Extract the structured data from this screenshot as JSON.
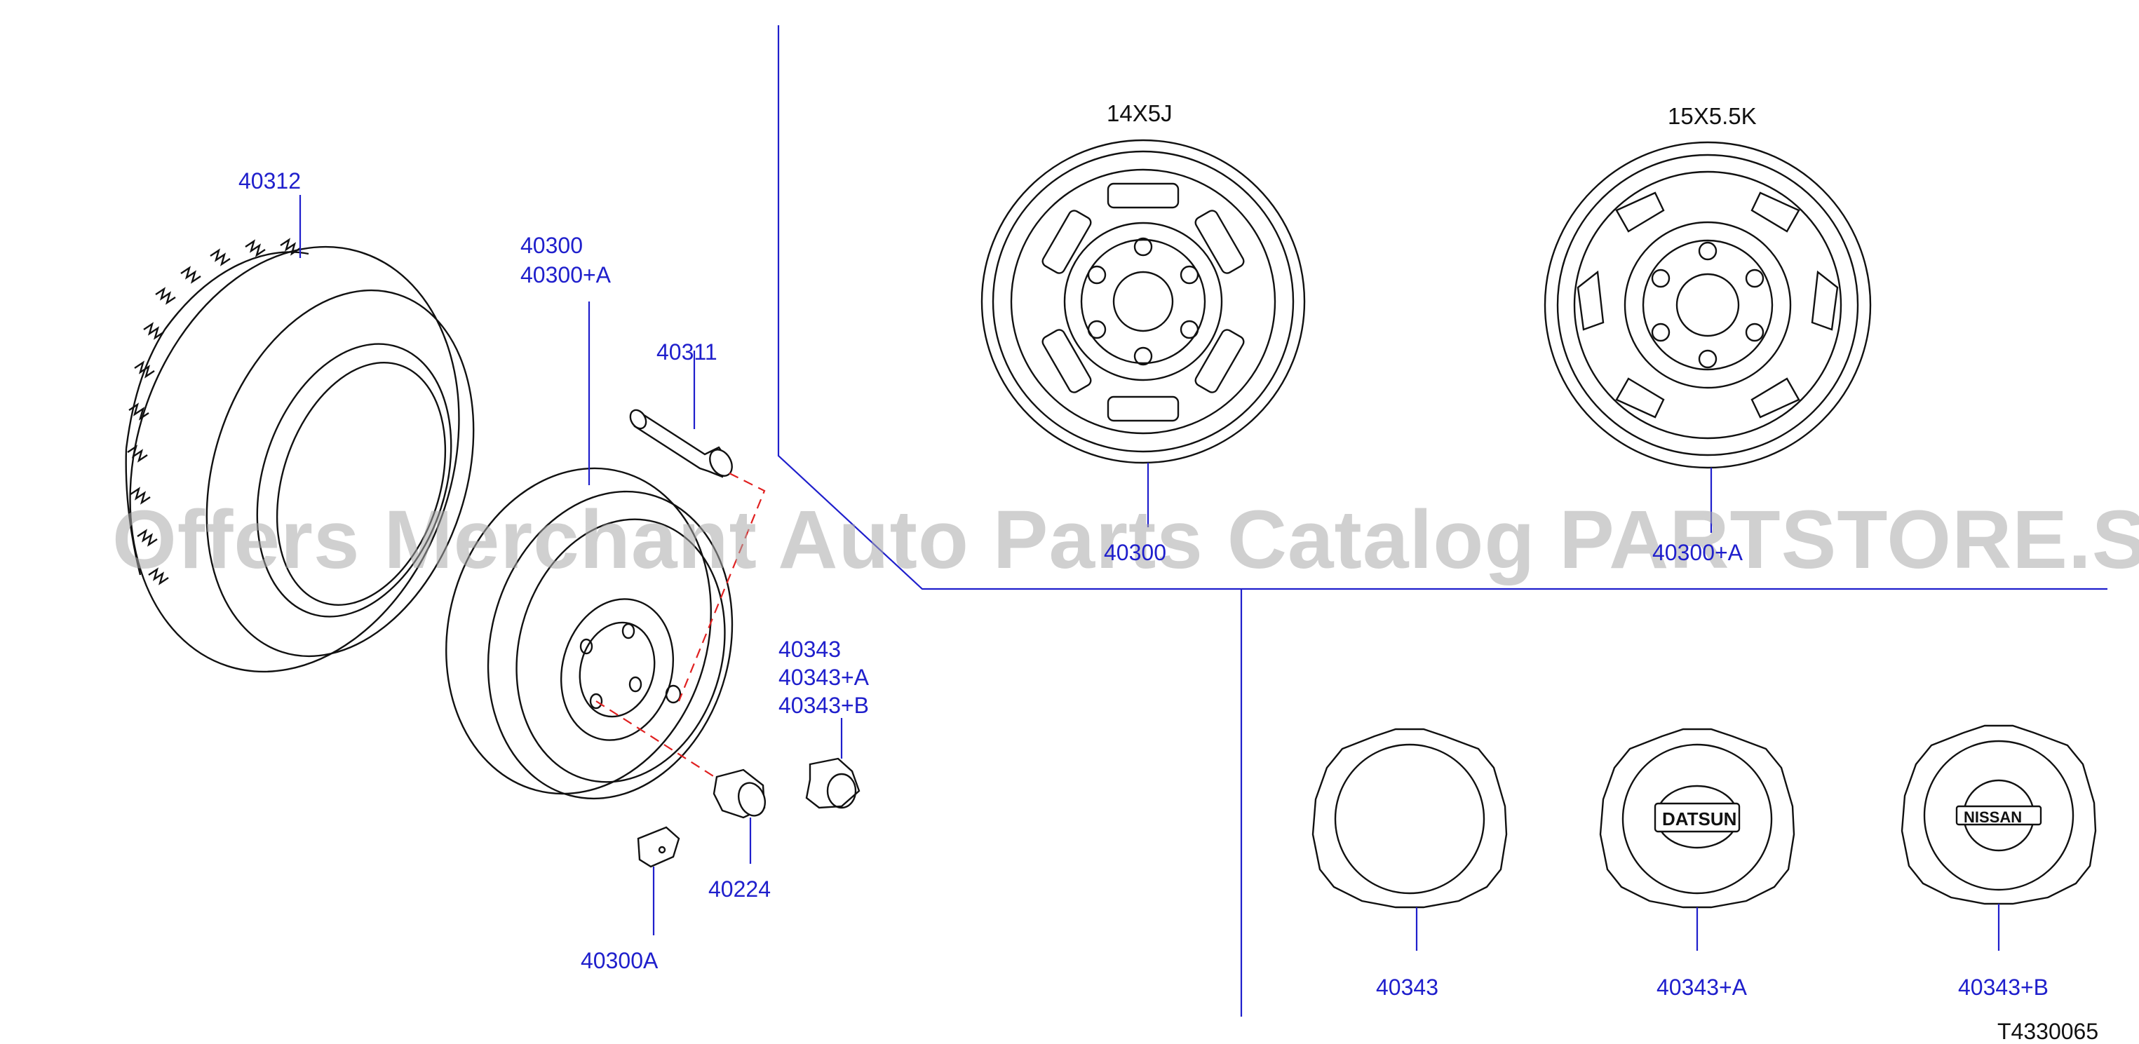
{
  "diagram": {
    "colors": {
      "callout": "#1f1fcc",
      "divider": "#1f1fcc",
      "linework": "#111111",
      "guide": "#e02020",
      "watermark": "#aaaaaa"
    },
    "watermark": "Offers Merchant Auto Parts Catalog PARTSTORE.SA",
    "diagram_code": "T4330065",
    "wheel_sizes": {
      "small": "14X5J",
      "large": "15X5.5K"
    },
    "callouts": {
      "tire": "40312",
      "road_wheel": "40300",
      "road_wheel_a": "40300+A",
      "valve": "40311",
      "cap_group": "40343",
      "cap_group_a": "40343+A",
      "cap_group_b": "40343+B",
      "nut": "40224",
      "balance_weight": "40300A",
      "wheel_14": "40300",
      "wheel_15": "40300+A",
      "cap_plain": "40343",
      "cap_datsun": "40343+A",
      "cap_nissan": "40343+B"
    },
    "emblems": {
      "datsun": "DATSUN",
      "nissan": "NISSAN"
    }
  }
}
